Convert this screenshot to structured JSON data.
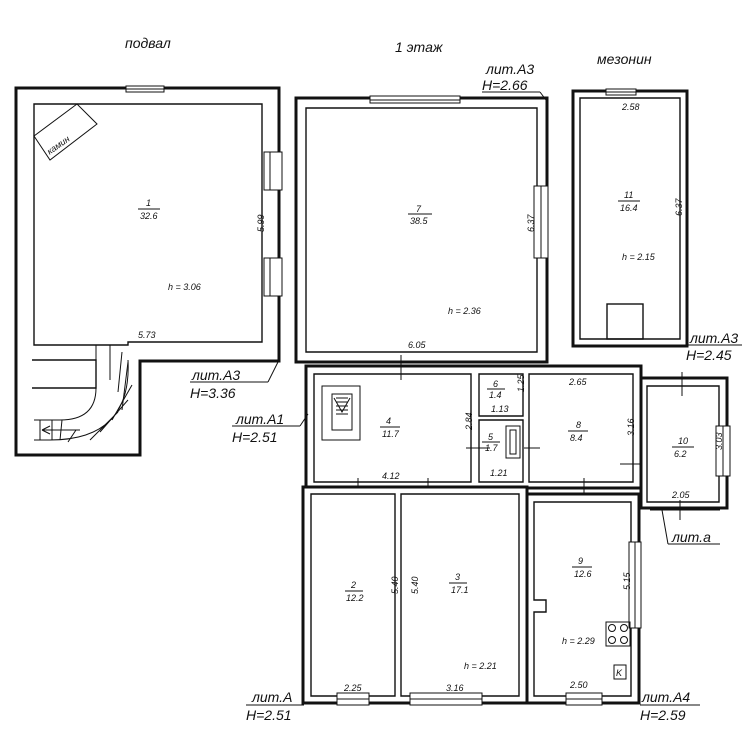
{
  "headings": {
    "basement": "подвал",
    "floor1": "1 этаж",
    "mezzanine": "мезонин"
  },
  "lit_labels": {
    "a3_top_name": "лит.А3",
    "a3_top_h": "H=2.66",
    "a3_mid_name": "лит.А3",
    "a3_mid_h": "H=2.45",
    "a3_left_name": "лит.А3",
    "a3_left_h": "H=3.36",
    "a1_name": "лит.А1",
    "a1_h": "H=2.51",
    "a_small": "лит.а",
    "a_name": "лит.А",
    "a_h": "H=2.51",
    "a4_name": "лит.А4",
    "a4_h": "H=2.59"
  },
  "rooms": {
    "r1": {
      "num": "1",
      "area": "32.6",
      "height": "h = 3.06",
      "dim_side": "5.99",
      "dim_bottom": "5.73",
      "fireplace": "камин"
    },
    "r7": {
      "num": "7",
      "area": "38.5",
      "height": "h = 2.36",
      "dim_side": "6.37",
      "dim_bottom": "6.05"
    },
    "r11": {
      "num": "11",
      "area": "16.4",
      "height": "h = 2.15",
      "dim_side": "6.37",
      "dim_top": "2.58"
    },
    "r4": {
      "num": "4",
      "area": "11.7",
      "dim_side": "2.84",
      "dim_bottom": "4.12"
    },
    "r6": {
      "num": "6",
      "area": "1.4",
      "dim_side": "1.25",
      "dim_bottom": "1.13"
    },
    "r5": {
      "num": "5",
      "area": "1.7",
      "dim_bottom": "1.21"
    },
    "r8": {
      "num": "8",
      "area": "8.4",
      "dim_side": "3.16",
      "dim_top": "2.65"
    },
    "r10": {
      "num": "10",
      "area": "6.2",
      "dim_side": "3.03",
      "dim_bottom": "2.05"
    },
    "r2": {
      "num": "2",
      "area": "12.2",
      "dim_side": "5.40",
      "dim_bottom": "2.25"
    },
    "r3": {
      "num": "3",
      "area": "17.1",
      "height": "h = 2.21",
      "dim_side": "5.40",
      "dim_bottom": "3.16"
    },
    "r9": {
      "num": "9",
      "area": "12.6",
      "height": "h = 2.29",
      "dim_side": "5.15",
      "dim_bottom": "2.50",
      "stove": "K"
    }
  }
}
